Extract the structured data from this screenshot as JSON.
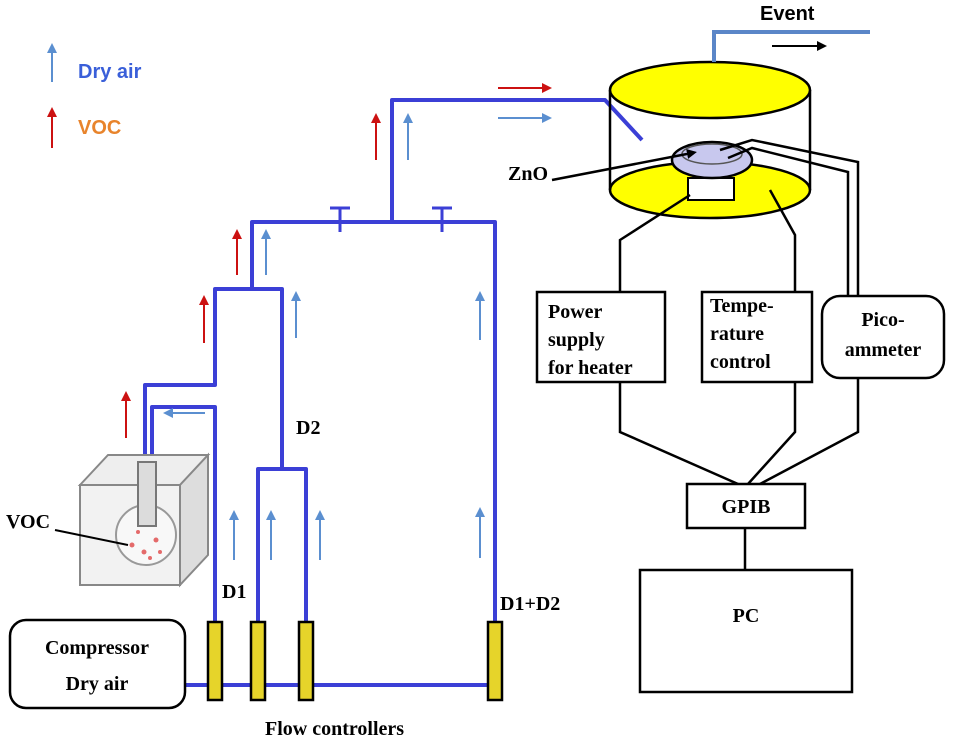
{
  "legend": {
    "dry_air": "Dry air",
    "voc": "VOC",
    "dry_air_color": "#3a5fd9",
    "voc_color": "#e8842c"
  },
  "labels": {
    "event": "Event",
    "zno": "ZnO",
    "voc_flask": "VOC",
    "d1": "D1",
    "d2": "D2",
    "d1_d2": "D1+D2",
    "flow_controllers": "Flow controllers",
    "gpib": "GPIB",
    "pc": "PC"
  },
  "boxes": {
    "compressor": [
      "Compressor",
      "Dry air"
    ],
    "power_supply": [
      "Power",
      "supply",
      "for heater"
    ],
    "temperature": [
      "Tempe-",
      "rature",
      "control"
    ],
    "picoammeter": [
      "Pico-",
      "ammeter"
    ]
  },
  "colors": {
    "pipe": "#3b3fd6",
    "air_arrow": "#5b8fd0",
    "voc_arrow": "#cc1111",
    "chamber_fill": "#ffff00",
    "controller_fill": "#e6d42a",
    "line": "#000000"
  }
}
